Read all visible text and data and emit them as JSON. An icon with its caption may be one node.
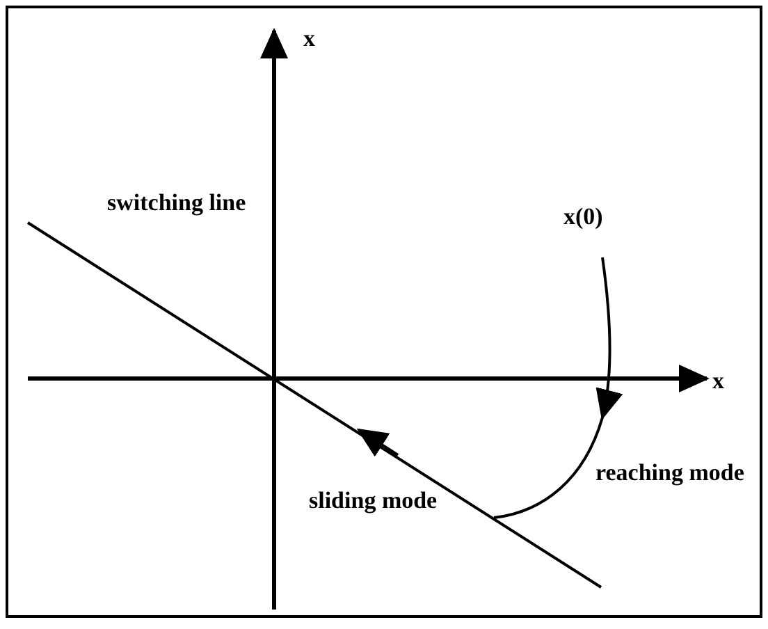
{
  "diagram": {
    "labels": [
      "x",
      "switching line",
      "x(0)",
      "x",
      "reaching mode",
      "sliding mode"
    ]
  }
}
